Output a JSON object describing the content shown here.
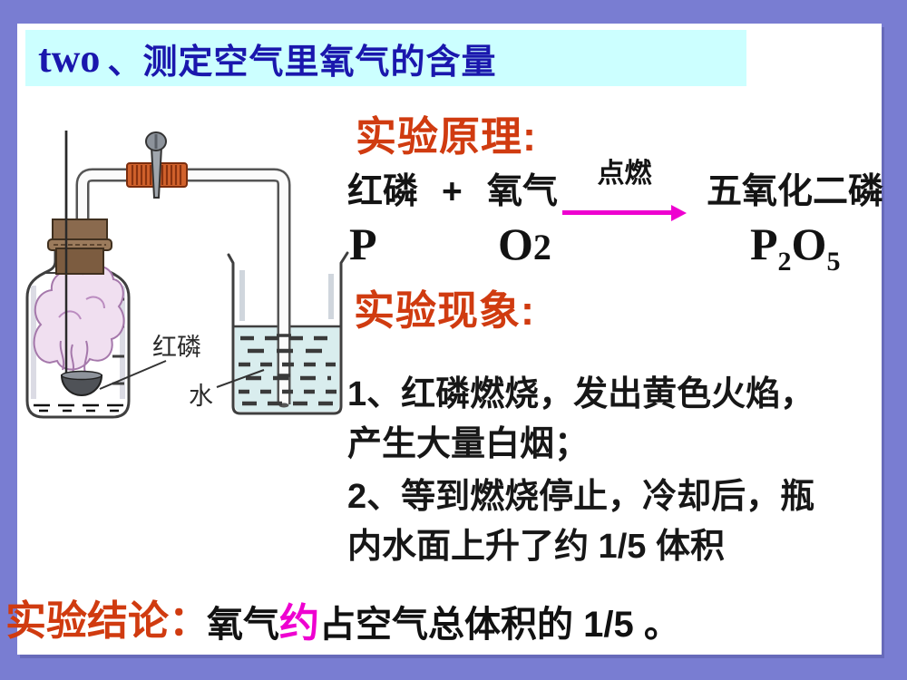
{
  "banner": {
    "title_en": "two",
    "title_zh": "、测定空气里氧气的含量"
  },
  "principle": {
    "heading": "实验原理:",
    "reactant1": "红磷",
    "plus": "+",
    "reactant2": "氧气",
    "condition": "点燃",
    "product": "五氧化二磷",
    "formula_p": "P",
    "formula_o2_base": "O",
    "formula_o2_num": "2",
    "formula_p2o5": {
      "b1": "P",
      "s1": "2",
      "b2": "O",
      "s2": "5"
    }
  },
  "phenomenon": {
    "heading": "实验现象:",
    "item1": "1、红磷燃烧，发出黄色火焰，\n产生大量白烟；",
    "item2": "2、等到燃烧停止，冷却后，瓶\n内水面上升了约 1/5 体积"
  },
  "conclusion": {
    "label": "实验结论：",
    "text_before": "氧气",
    "highlight": "约",
    "text_after": "占空气总体积的 1/5 。"
  },
  "apparatus": {
    "label_red_phosphorus": "红磷",
    "label_water": "水"
  },
  "colors": {
    "frame": "#797dd2",
    "banner_bg": "#ccffff",
    "banner_text": "#1a17ad",
    "heading_red": "#d03b10",
    "magenta_accent": "#ee00d0",
    "body_text": "#171717"
  }
}
